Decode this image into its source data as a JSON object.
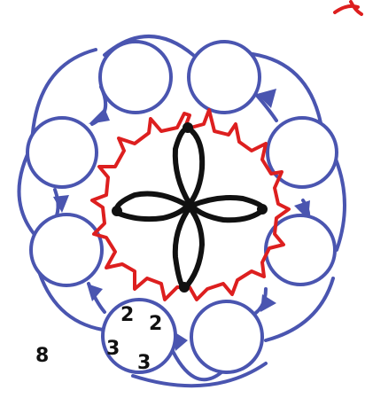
{
  "diagram": {
    "colors": {
      "outer_ring": "#4a55b0",
      "inner_ring": "#dd1f1f",
      "center_knot": "#111111",
      "background": "#ffffff"
    },
    "numbers": {
      "n1": "2",
      "n2": "2",
      "n3": "3",
      "n4": "3",
      "n5": "8"
    }
  }
}
